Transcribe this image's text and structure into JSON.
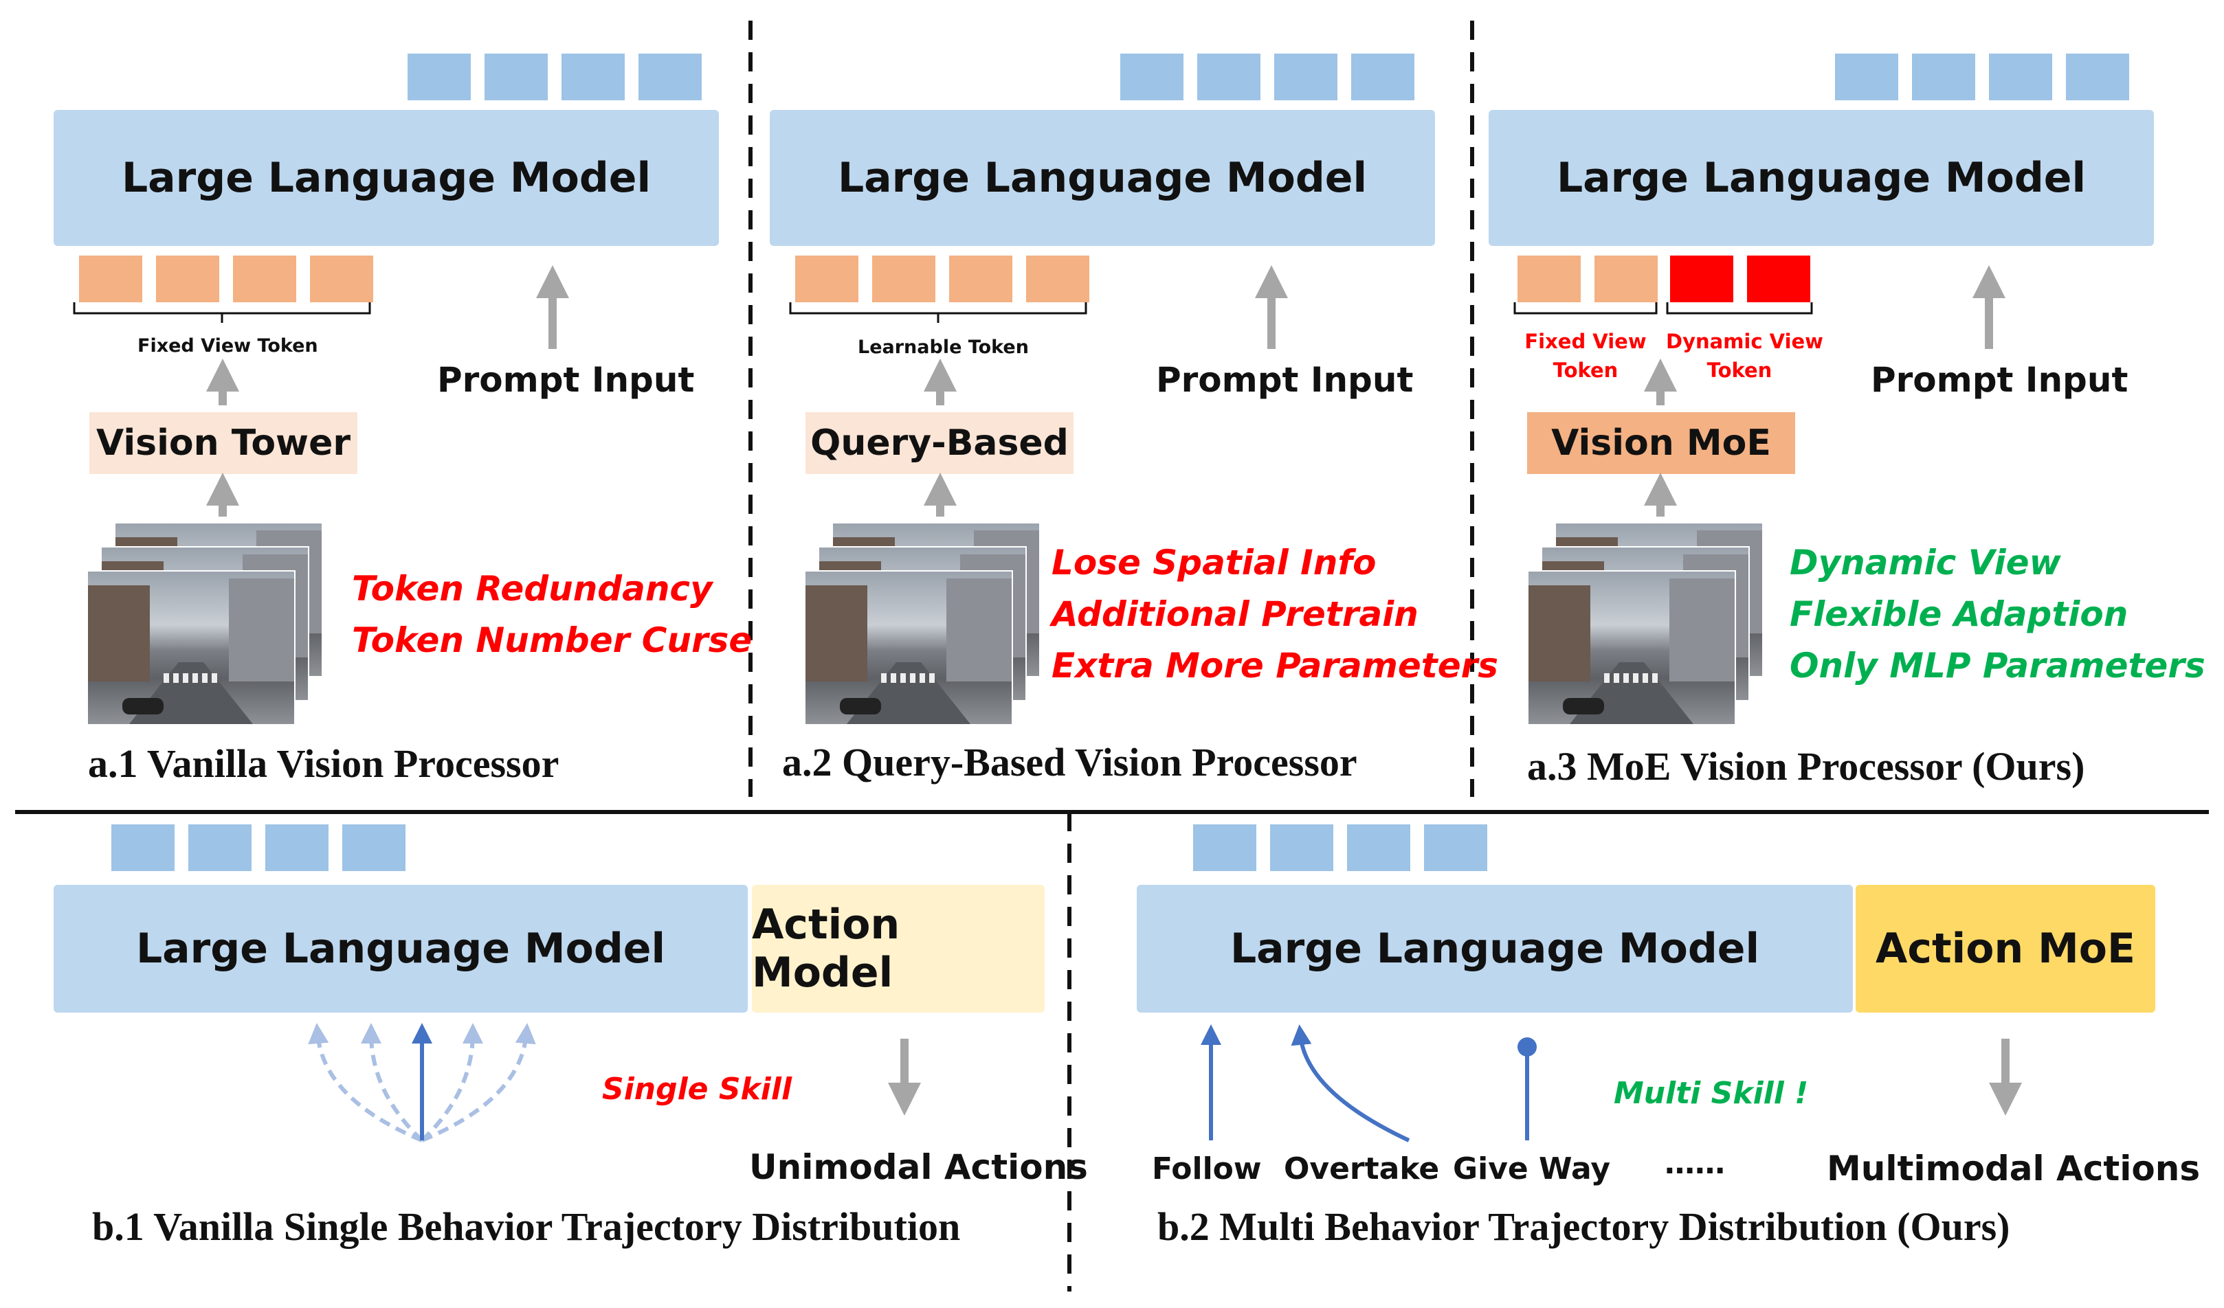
{
  "panel_a1": {
    "llm": "Large Language Model",
    "token_label": "Fixed View Token",
    "processor": "Vision Tower",
    "prompt": "Prompt Input",
    "notes": [
      "Token Redundancy",
      "Token Number Curse"
    ],
    "caption": "a.1 Vanilla Vision Processor"
  },
  "panel_a2": {
    "llm": "Large Language Model",
    "token_label": "Learnable Token",
    "processor": "Query-Based",
    "prompt": "Prompt Input",
    "notes": [
      "Lose Spatial Info",
      "Additional Pretrain",
      "Extra More Parameters"
    ],
    "caption": "a.2 Query-Based Vision Processor"
  },
  "panel_a3": {
    "llm": "Large Language Model",
    "fixed_label": [
      "Fixed View",
      "Token"
    ],
    "dynamic_label": [
      "Dynamic View",
      "Token"
    ],
    "processor": "Vision MoE",
    "prompt": "Prompt Input",
    "notes": [
      "Dynamic View",
      "Flexible Adaption",
      "Only MLP Parameters"
    ],
    "caption": "a.3 MoE Vision Processor (Ours)"
  },
  "panel_b1": {
    "llm": "Large Language Model",
    "action": "Action Model",
    "skill_note": "Single Skill",
    "output": "Unimodal Actions",
    "caption": "b.1 Vanilla Single Behavior Trajectory Distribution"
  },
  "panel_b2": {
    "llm": "Large Language Model",
    "action": "Action MoE",
    "skills": [
      "Follow",
      "Overtake",
      "Give Way",
      "……"
    ],
    "skill_note": "Multi Skill !",
    "output": "Multimodal Actions",
    "caption": "b.2 Multi Behavior Trajectory Distribution (Ours)"
  },
  "colors": {
    "llm": "#bdd7ee",
    "output_token": "#9dc3e6",
    "fixed_token": "#f4b183",
    "dynamic_token": "#ff0000",
    "vision_tower": "#fbe5d6",
    "query_based": "#fbe5d6",
    "vision_moe": "#f4b183",
    "action_model": "#fff2cc",
    "action_moe": "#ffd966",
    "arrow": "#a6a6a6",
    "skill_arrow": "#4472c4",
    "negative_note": "#ff0000",
    "positive_note": "#00b050"
  }
}
